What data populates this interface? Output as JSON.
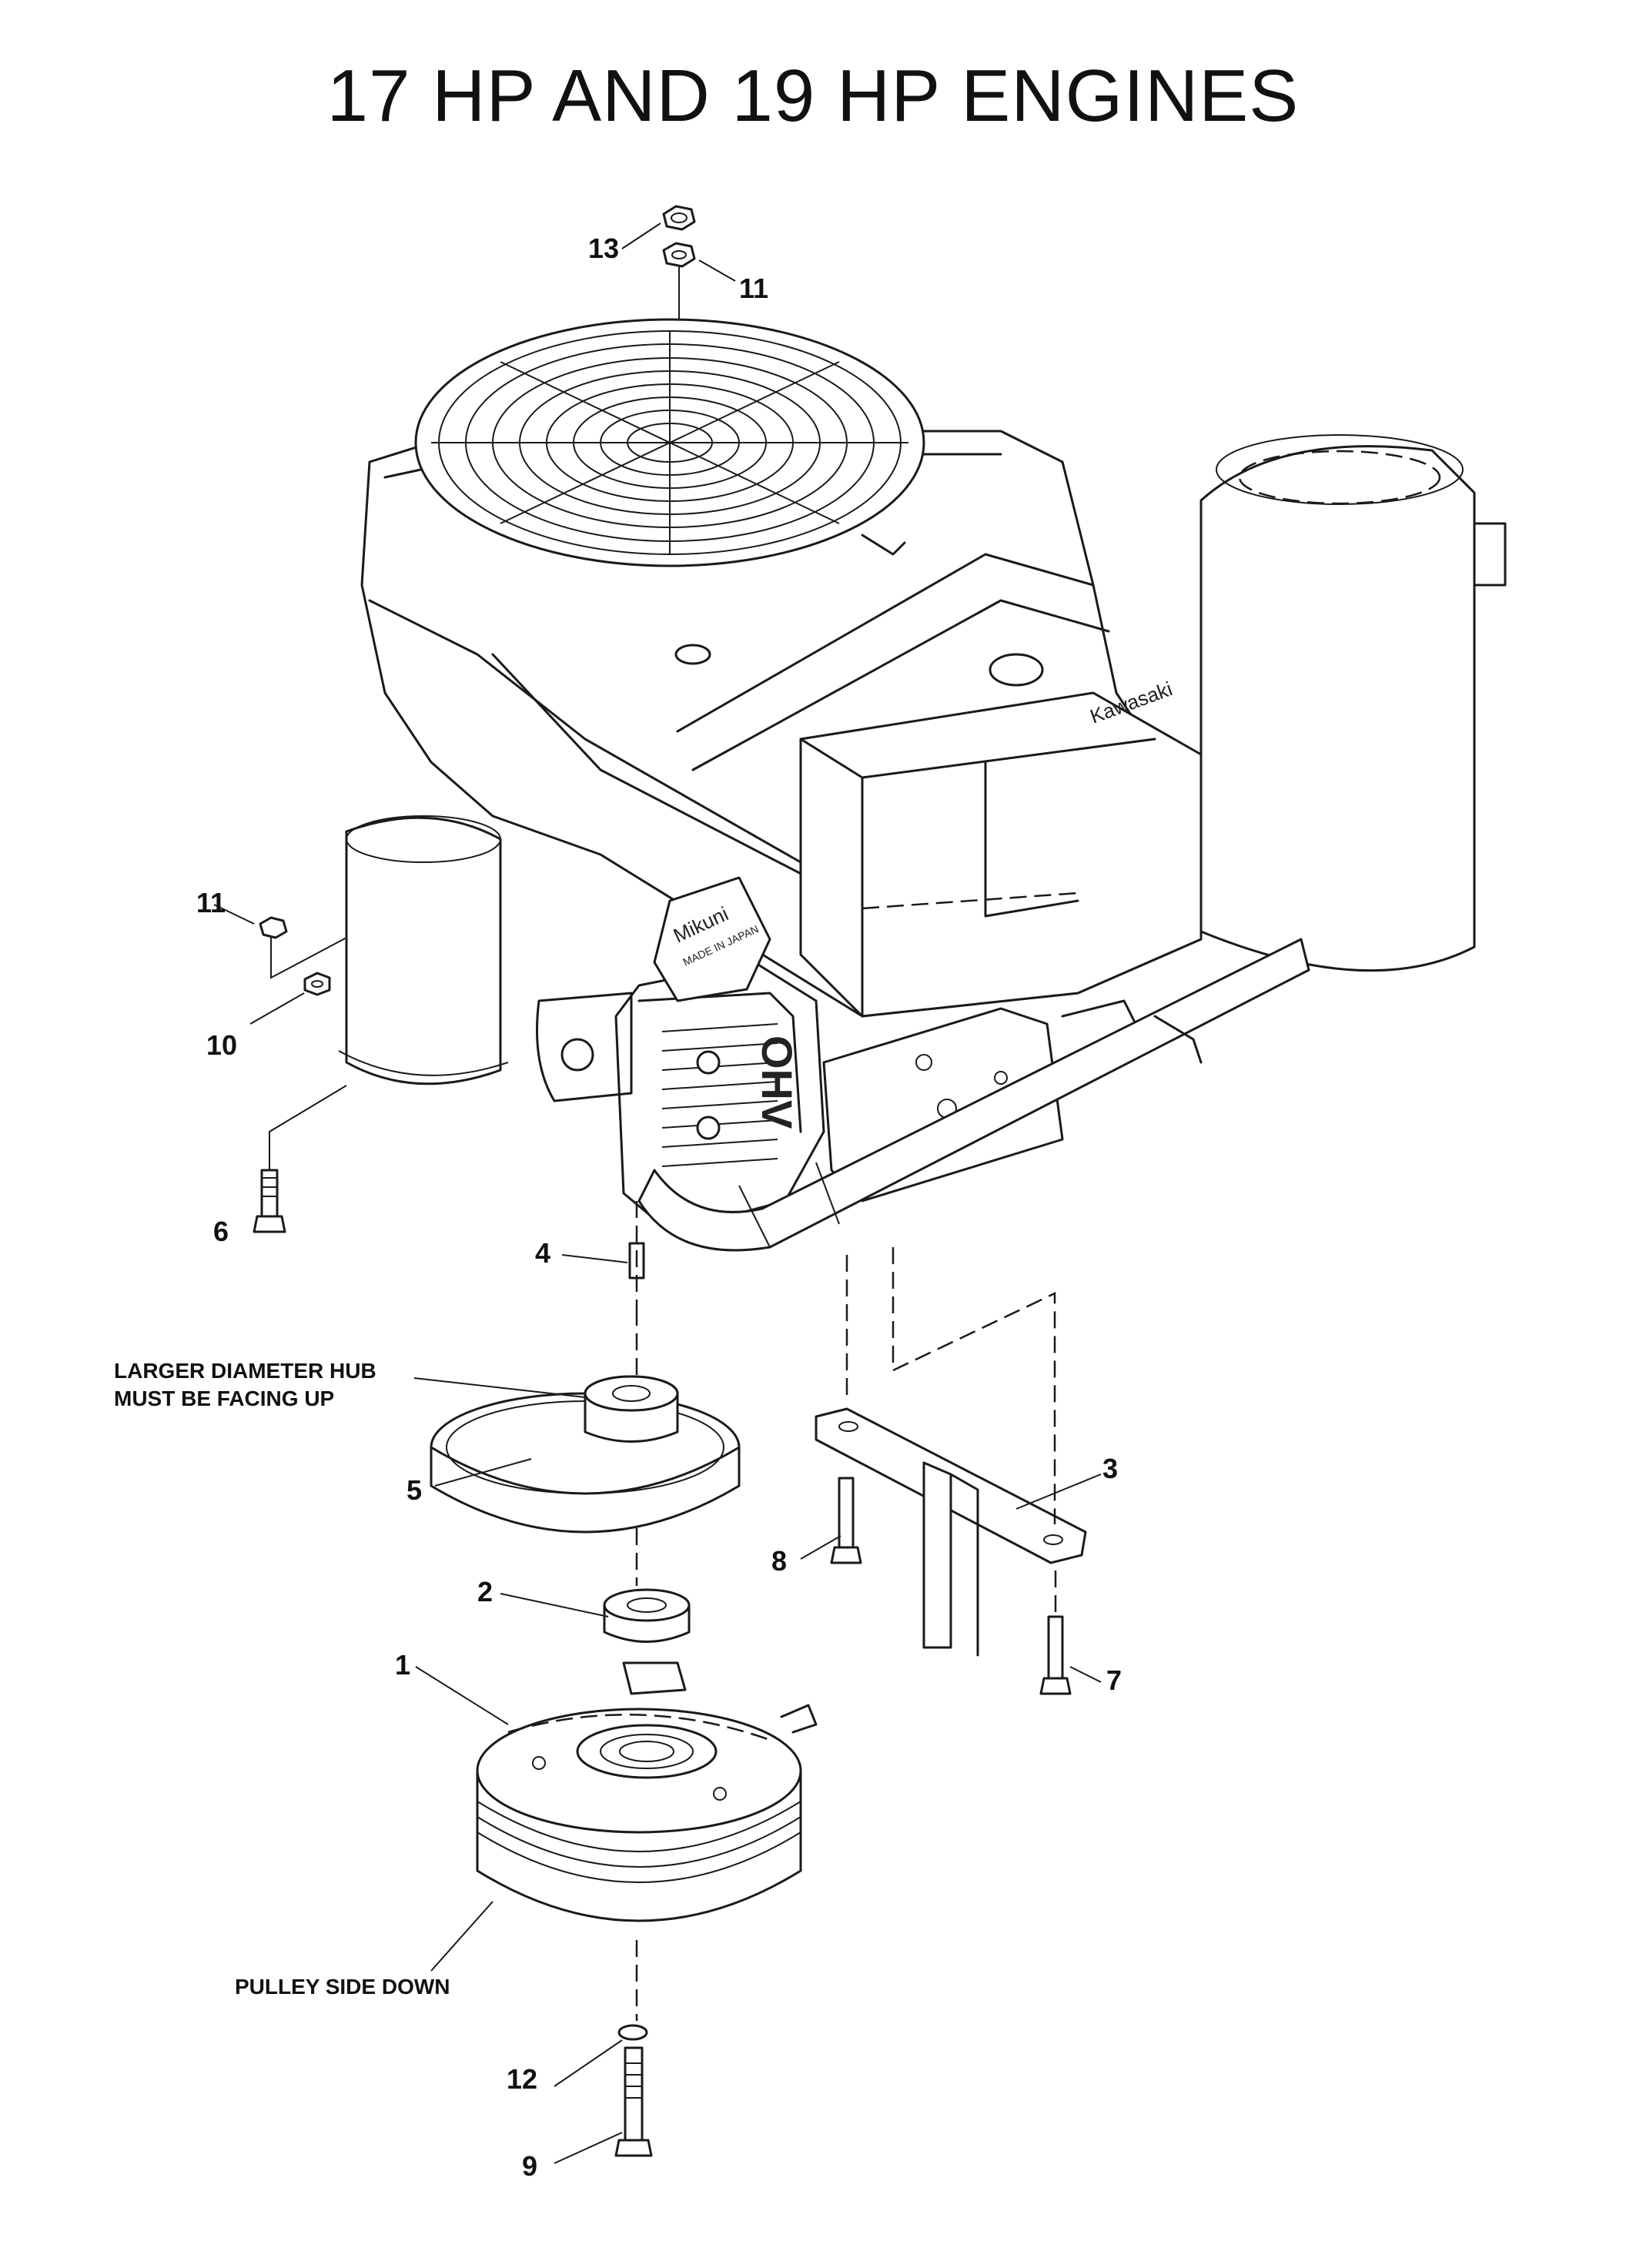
{
  "title": "17 HP AND 19 HP ENGINES",
  "callouts": {
    "c1": "1",
    "c2": "2",
    "c3": "3",
    "c4": "4",
    "c5": "5",
    "c6": "6",
    "c7": "7",
    "c8": "8",
    "c9": "9",
    "c10": "10",
    "c11_top": "11",
    "c11_left": "11",
    "c12": "12",
    "c13": "13"
  },
  "notes": {
    "hub_line1": "LARGER DIAMETER HUB",
    "hub_line2": "MUST BE FACING UP",
    "pulley": "PULLEY SIDE DOWN"
  },
  "engine_markings": {
    "brand": "Kawasaki",
    "ohv": "OHV",
    "plate_brand": "Mikuni",
    "plate_origin": "MADE IN JAPAN"
  }
}
